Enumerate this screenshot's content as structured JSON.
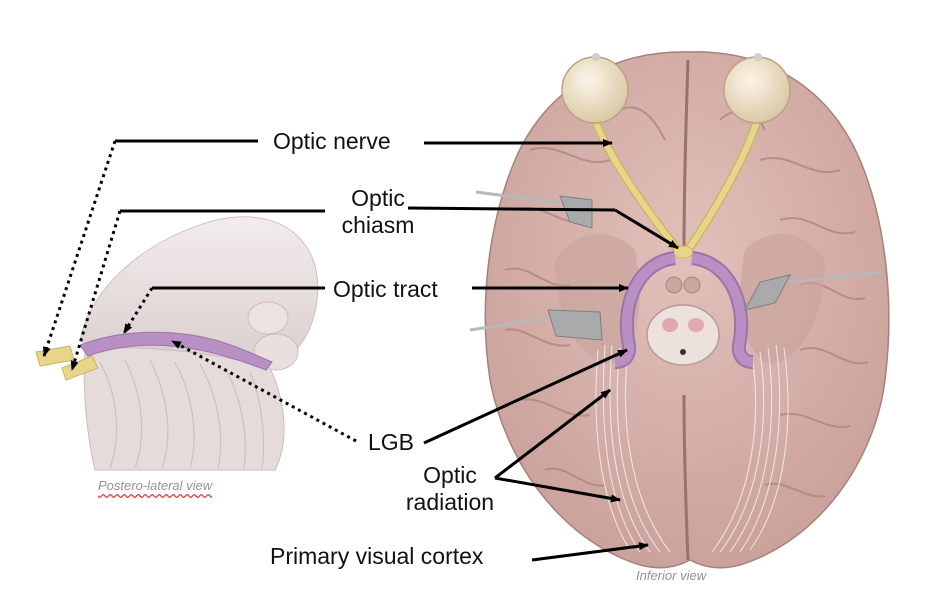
{
  "labels": {
    "optic_nerve": "Optic nerve",
    "optic_chiasm_line1": "Optic",
    "optic_chiasm_line2": "chiasm",
    "optic_tract": "Optic tract",
    "lgb": "LGB",
    "optic_radiation_line1": "Optic",
    "optic_radiation_line2": "radiation",
    "primary_visual_cortex": "Primary visual cortex"
  },
  "captions": {
    "left_view": "Postero-lateral view",
    "right_view": "Inferior view"
  },
  "colors": {
    "brain": "#d9b3ad",
    "brain_shadow": "#b98e89",
    "optic_nerve": "#e7d58a",
    "optic_tract": "#b890c4",
    "eyeball": "#f1e4c9",
    "brainstem": "#ece1dc",
    "arrow": "#000000"
  }
}
